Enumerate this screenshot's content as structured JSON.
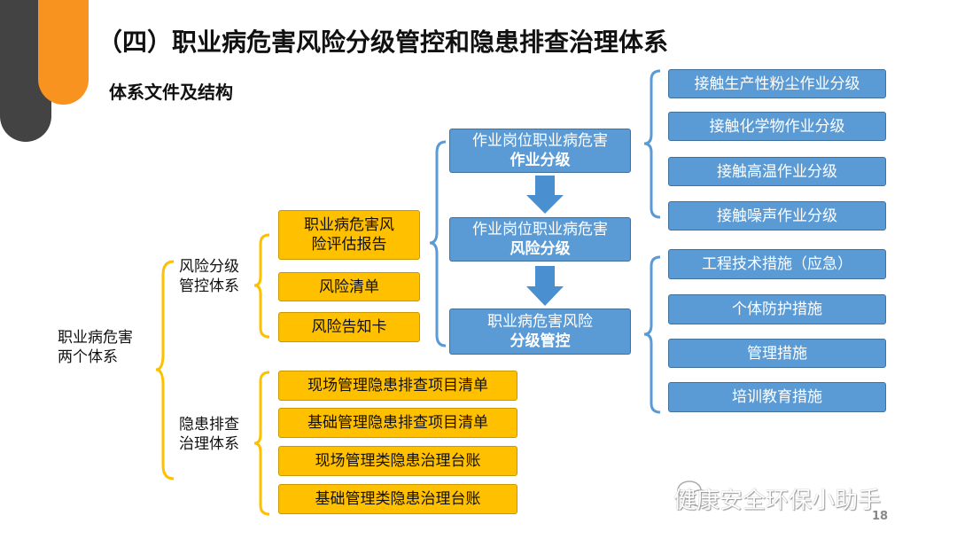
{
  "title": "（四）职业病危害风险分级管控和隐患排查治理体系",
  "subtitle": "体系文件及结构",
  "root": {
    "line1": "职业病危害",
    "line2": "两个体系"
  },
  "risk_system": {
    "line1": "风险分级",
    "line2": "管控体系",
    "items": [
      {
        "label": "职业病危害风险评估报告",
        "line1": "职业病危害风",
        "line2": "险评估报告"
      },
      {
        "label": "风险清单"
      },
      {
        "label": "风险告知卡"
      }
    ]
  },
  "hazard_system": {
    "line1": "隐患排查",
    "line2": "治理体系",
    "items": [
      {
        "label": "现场管理隐患排查项目清单"
      },
      {
        "label": "基础管理隐患排查项目清单"
      },
      {
        "label": "现场管理类隐患治理台账"
      },
      {
        "label": "基础管理类隐患治理台账"
      }
    ]
  },
  "flow": [
    {
      "line1": "作业岗位职业病危害",
      "line2": "作业分级"
    },
    {
      "line1": "作业岗位职业病危害",
      "line2": "风险分级"
    },
    {
      "line1": "职业病危害风险",
      "line2": "分级管控"
    }
  ],
  "grading": [
    "接触生产性粉尘作业分级",
    "接触化学物作业分级",
    "接触高温作业分级",
    "接触噪声作业分级"
  ],
  "measures": [
    "工程技术措施（应急）",
    "个体防护措施",
    "管理措施",
    "培训教育措施"
  ],
  "watermark": "健康安全环保小助手",
  "page_number": "18",
  "colors": {
    "orange": "#ffc000",
    "blue": "#5b9bd5",
    "accent": "#f7931e",
    "dark": "#434343"
  }
}
